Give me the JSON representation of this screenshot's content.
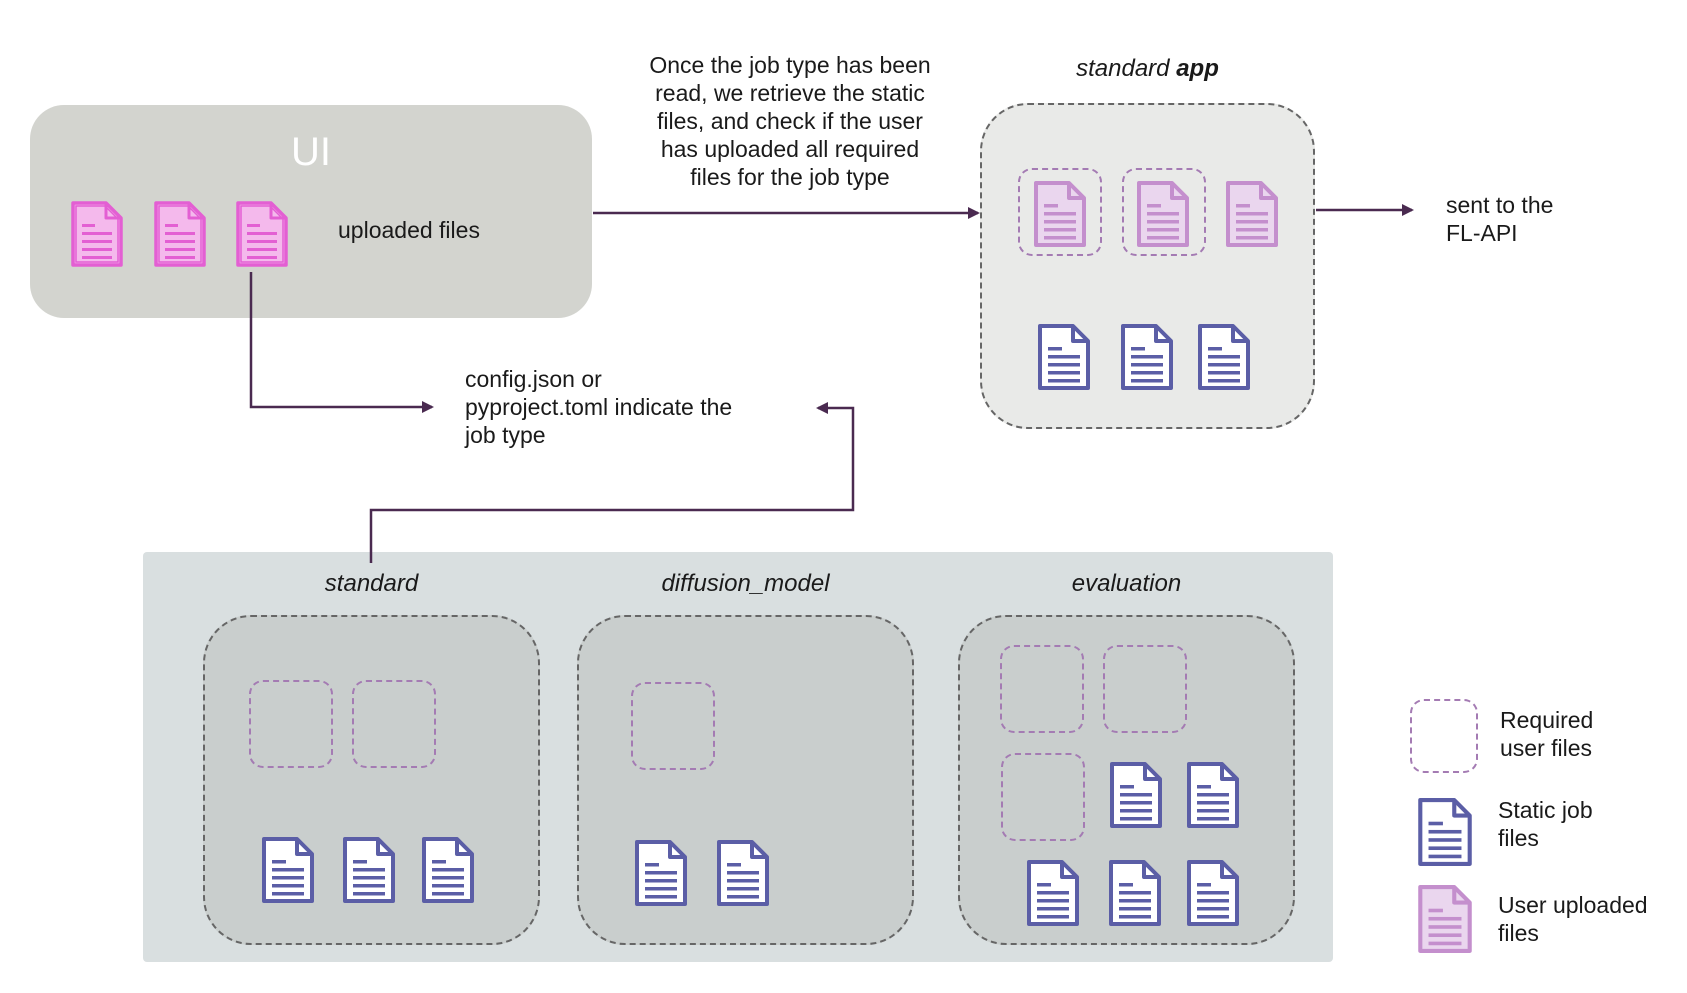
{
  "ui": {
    "title": "UI",
    "files_label": "uploaded files"
  },
  "arrow_note": {
    "lines": [
      "Once the job type has been",
      "read, we retrieve the static",
      "files, and check if the user",
      "has uploaded all required",
      "files for the job type"
    ]
  },
  "app": {
    "title_italic": "standard",
    "title_bold": "app"
  },
  "output": {
    "lines": [
      "sent to the",
      "FL-API"
    ]
  },
  "config_note": {
    "lines": [
      "config.json or",
      "pyproject.toml indicate the",
      "job type"
    ]
  },
  "templates": [
    {
      "name": "standard"
    },
    {
      "name": "diffusion_model"
    },
    {
      "name": "evaluation"
    }
  ],
  "legend": {
    "required": [
      "Required",
      "user files"
    ],
    "static": [
      "Static job",
      "files"
    ],
    "uploaded": [
      "User uploaded",
      "files"
    ]
  },
  "colors": {
    "user_file": "#e879d8",
    "legend_user_file": "#c48fcd",
    "static_file": "#5b5ea6",
    "arrow": "#4a2a50",
    "required_border": "#a47bb3",
    "dashed_border": "#666666"
  }
}
